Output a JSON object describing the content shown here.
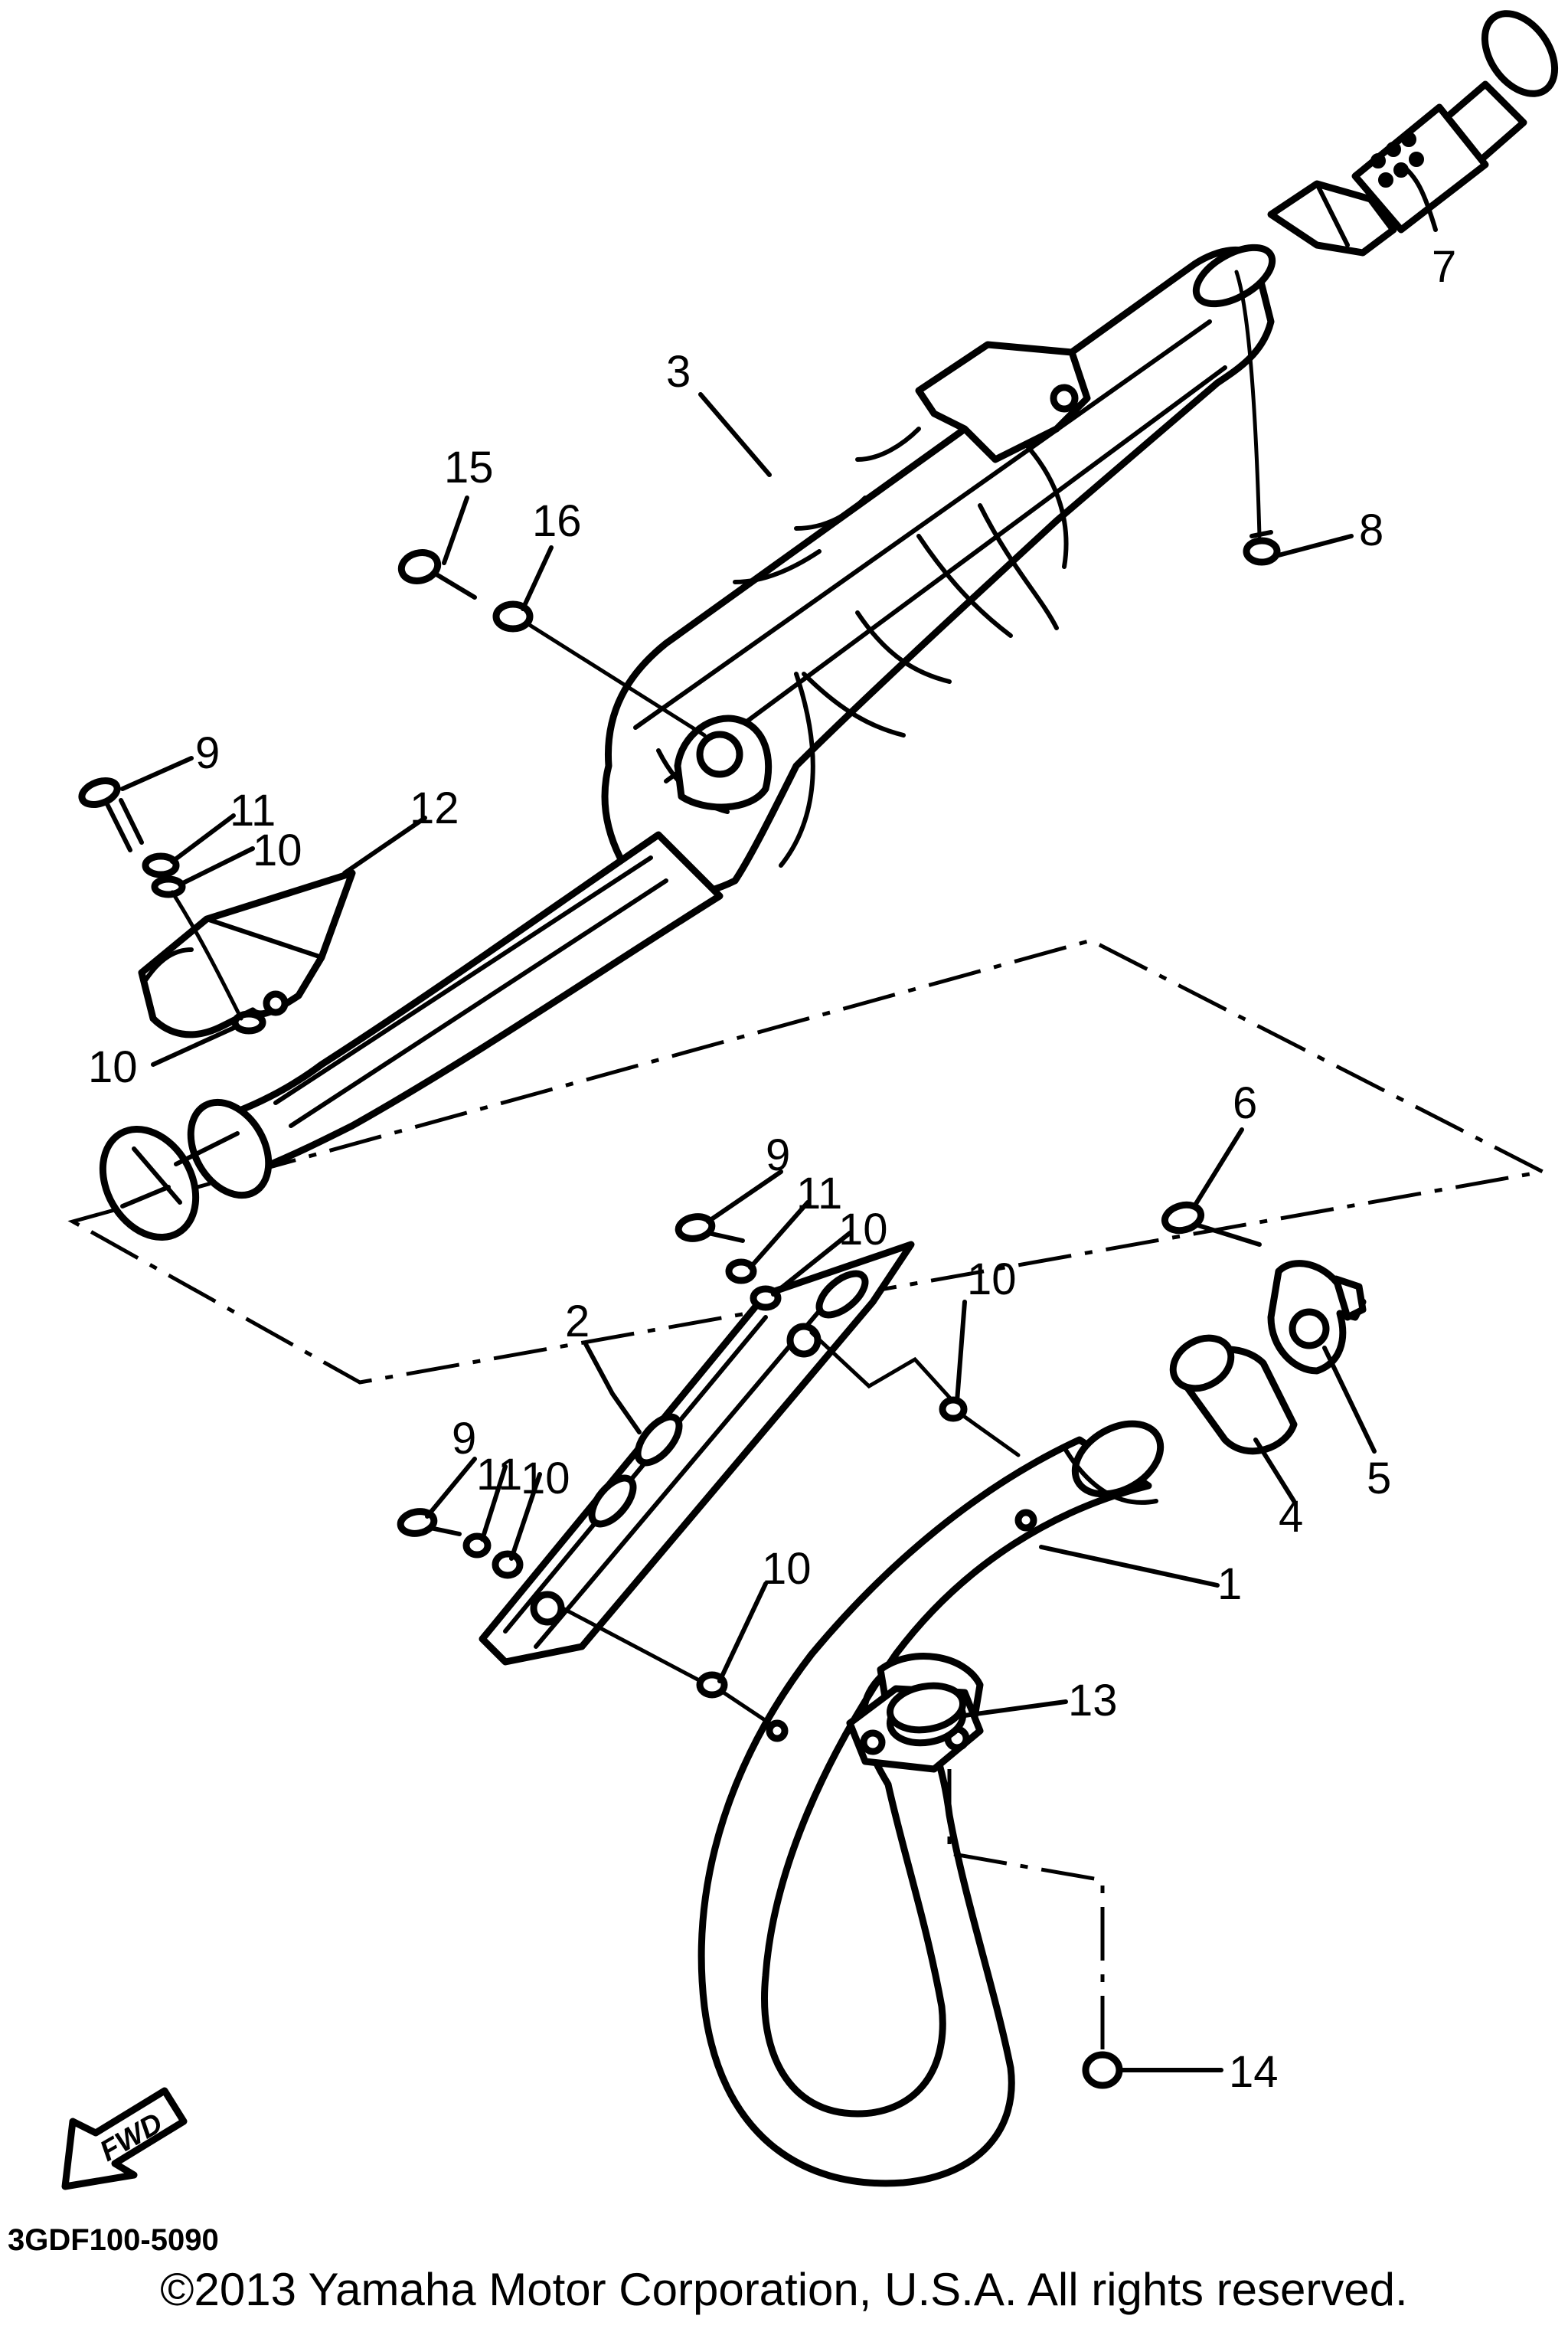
{
  "diagram": {
    "callouts": [
      {
        "id": "c1",
        "text": "1"
      },
      {
        "id": "c2",
        "text": "2"
      },
      {
        "id": "c3",
        "text": "3"
      },
      {
        "id": "c4",
        "text": "4"
      },
      {
        "id": "c5",
        "text": "5"
      },
      {
        "id": "c6",
        "text": "6"
      },
      {
        "id": "c7",
        "text": "7"
      },
      {
        "id": "c8",
        "text": "8"
      },
      {
        "id": "c9a",
        "text": "9"
      },
      {
        "id": "c9b",
        "text": "9"
      },
      {
        "id": "c9c",
        "text": "9"
      },
      {
        "id": "c10a",
        "text": "10"
      },
      {
        "id": "c10b",
        "text": "10"
      },
      {
        "id": "c10c",
        "text": "10"
      },
      {
        "id": "c10d",
        "text": "10"
      },
      {
        "id": "c10e",
        "text": "10"
      },
      {
        "id": "c10f",
        "text": "10"
      },
      {
        "id": "c11a",
        "text": "11"
      },
      {
        "id": "c11b",
        "text": "11"
      },
      {
        "id": "c11c",
        "text": "11"
      },
      {
        "id": "c12",
        "text": "12"
      },
      {
        "id": "c13",
        "text": "13"
      },
      {
        "id": "c14",
        "text": "14"
      },
      {
        "id": "c15",
        "text": "15"
      },
      {
        "id": "c16",
        "text": "16"
      }
    ],
    "fwd_label": "FWD",
    "diagram_code": "3GDF100-5090",
    "copyright": "©2013 Yamaha Motor Corporation, U.S.A. All rights reserved."
  }
}
